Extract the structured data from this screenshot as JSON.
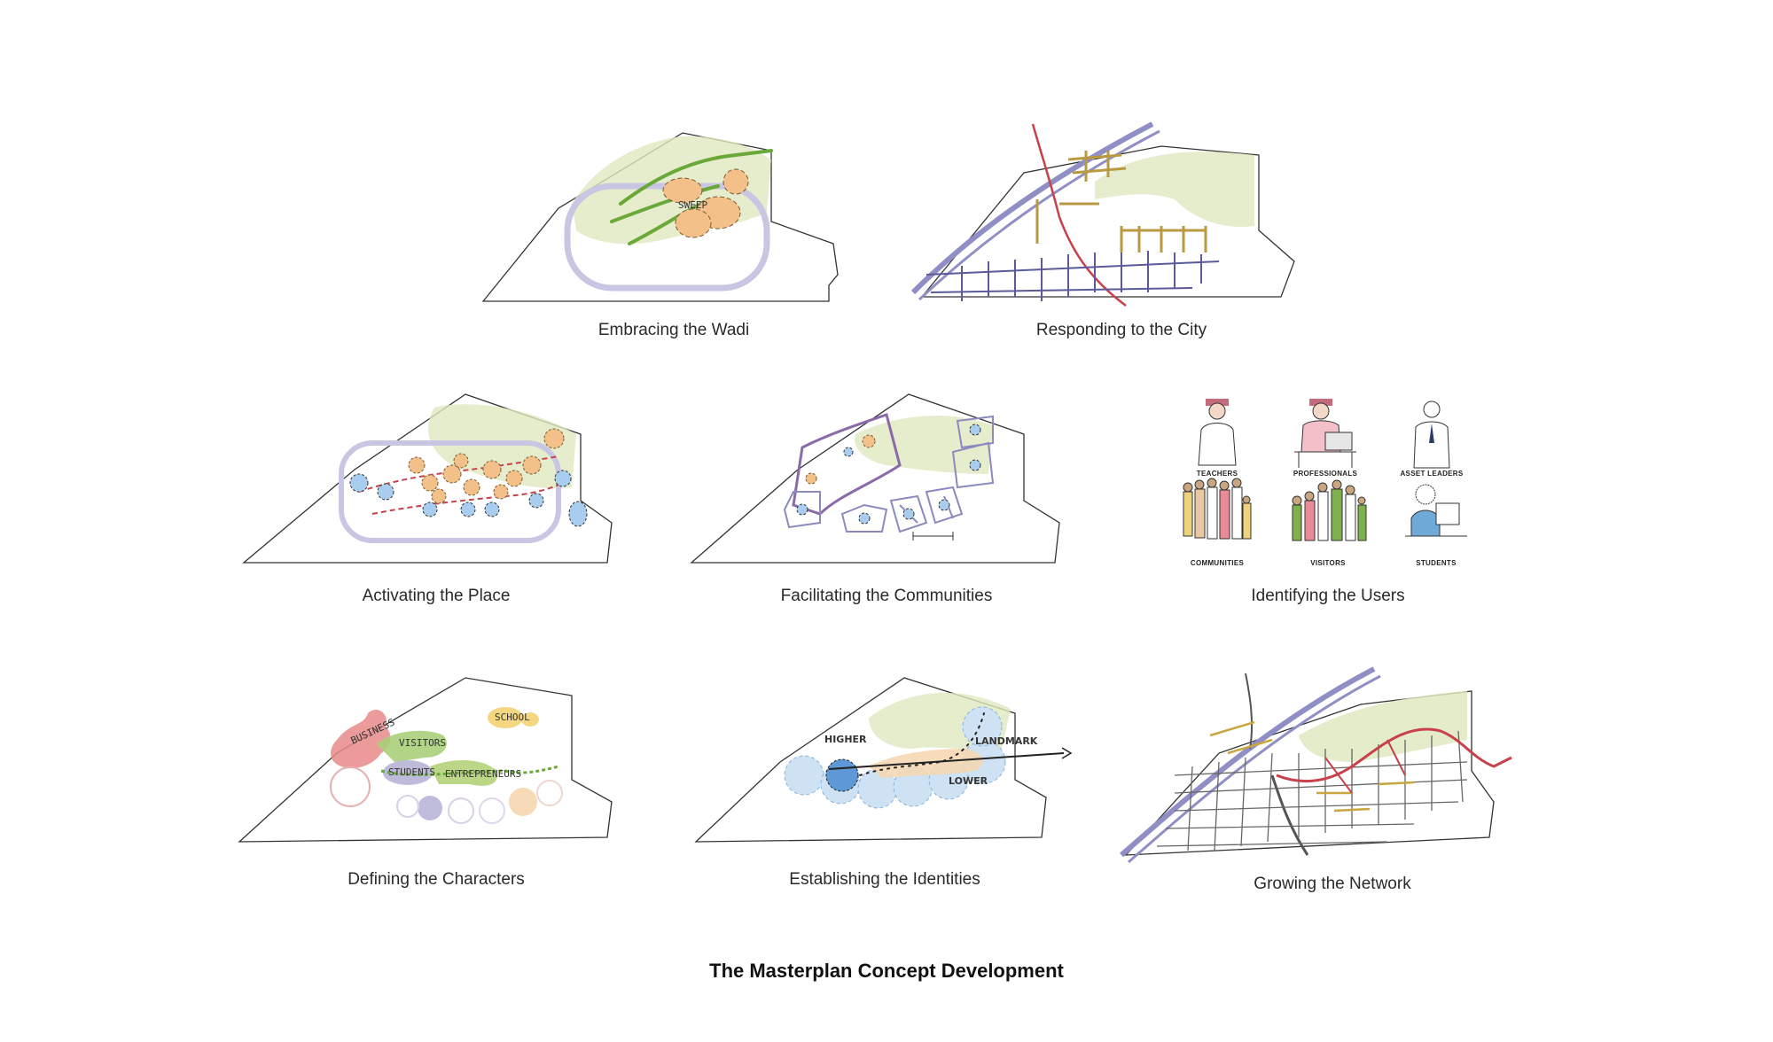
{
  "title": "The Masterplan Concept Development",
  "panels": [
    {
      "caption": "Embracing the Wadi",
      "sketch_labels": [
        "SWEEP"
      ]
    },
    {
      "caption": "Responding to the City"
    },
    {
      "caption": "Activating the Place"
    },
    {
      "caption": "Facilitating the Communities"
    },
    {
      "caption": "Identifying the Users",
      "users": [
        "TEACHERS",
        "PROFESSIONALS",
        "ASSET LEADERS",
        "COMMUNITIES",
        "VISITORS",
        "STUDENTS"
      ]
    },
    {
      "caption": "Defining the Characters",
      "sketch_labels": [
        "BUSINESS",
        "VISITORS",
        "STUDENTS",
        "ENTREPRENEURS",
        "SCHOOL"
      ]
    },
    {
      "caption": "Establishing the Identities",
      "sketch_labels": [
        "HIGHER",
        "LANDMARK",
        "LOWER"
      ]
    },
    {
      "caption": "Growing the Network"
    }
  ],
  "colors": {
    "outline": "#333333",
    "wadi_green": "#dfe9c0",
    "green_line": "#6ba83a",
    "orange_fill": "#f3c08a",
    "lavender": "#b9b6d8",
    "red_line": "#c8404a",
    "blue_fill": "#a9cdee",
    "purple_line": "#8a6aa8",
    "yellow_line": "#c9a640"
  }
}
